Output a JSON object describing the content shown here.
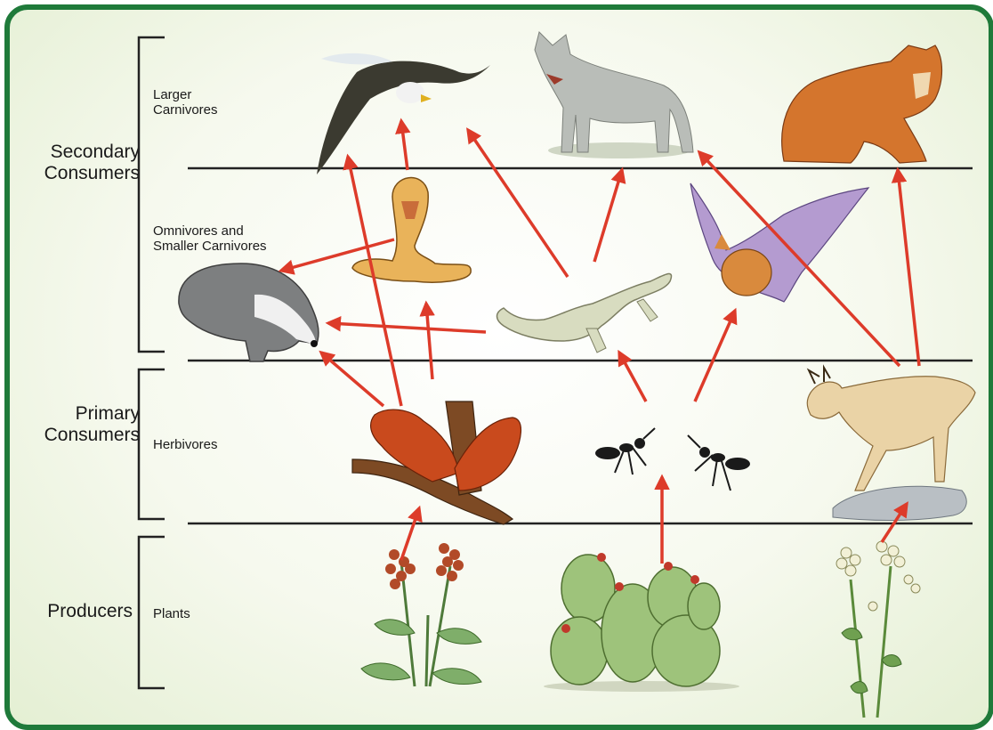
{
  "levels": {
    "secondary": "Secondary\nConsumers",
    "primary": "Primary\nConsumers",
    "producers": "Producers"
  },
  "sublevels": {
    "larger_carnivores": "Larger\nCarnivores",
    "omnivores": "Omnivores and\nSmaller Carnivores",
    "herbivores": "Herbivores",
    "plants": "Plants"
  },
  "organisms": [
    "eagle",
    "coyote",
    "mountain-lion",
    "cobra",
    "badger",
    "lizard",
    "bat",
    "squirrel",
    "ants",
    "pronghorn",
    "berry-plant",
    "prickly-pear-cactus",
    "flowering-plant"
  ],
  "colors": {
    "frame": "#1f7a3a",
    "arrow": "#dd3b2a"
  }
}
